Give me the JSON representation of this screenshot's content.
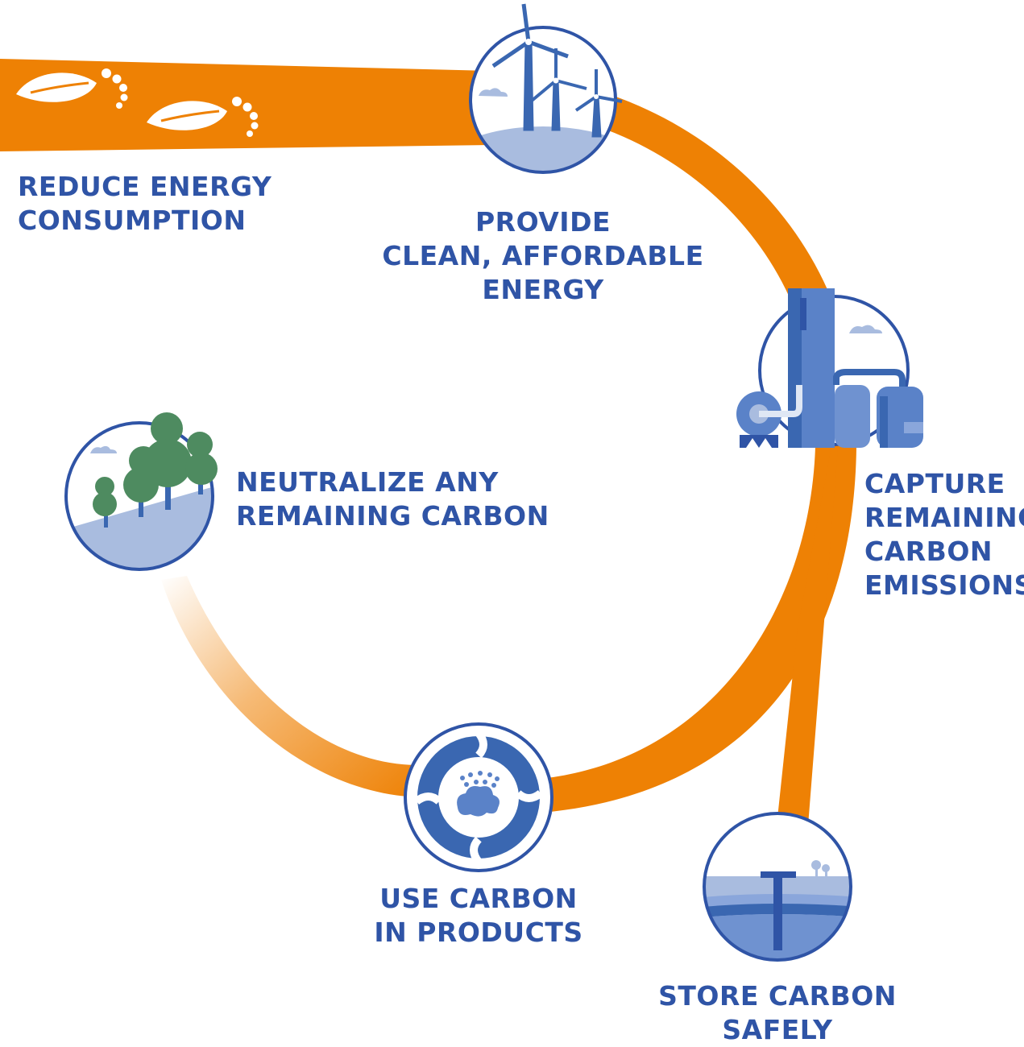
{
  "colors": {
    "flow": "#ee8104",
    "text": "#2f54a6",
    "icon_blue": "#3a67b1",
    "icon_light": "#a9bcdf",
    "tree_green": "#4e8b60"
  },
  "steps": [
    {
      "id": "reduce",
      "icon": "footprints-icon",
      "lines": [
        "REDUCE ENERGY",
        "CONSUMPTION"
      ]
    },
    {
      "id": "provide",
      "icon": "wind-turbines-icon",
      "lines": [
        "PROVIDE",
        "CLEAN, AFFORDABLE",
        "ENERGY"
      ]
    },
    {
      "id": "capture",
      "icon": "capture-plant-icon",
      "lines": [
        "CAPTURE",
        "REMAINING",
        "CARBON",
        "EMISSIONS"
      ]
    },
    {
      "id": "store",
      "icon": "underground-storage-icon",
      "lines": [
        "STORE CARBON",
        "SAFELY"
      ]
    },
    {
      "id": "use",
      "icon": "carbon-recycle-icon",
      "lines": [
        "USE CARBON",
        "IN PRODUCTS"
      ]
    },
    {
      "id": "neutralize",
      "icon": "trees-icon",
      "lines": [
        "NEUTRALIZE ANY",
        "REMAINING CARBON"
      ]
    }
  ]
}
